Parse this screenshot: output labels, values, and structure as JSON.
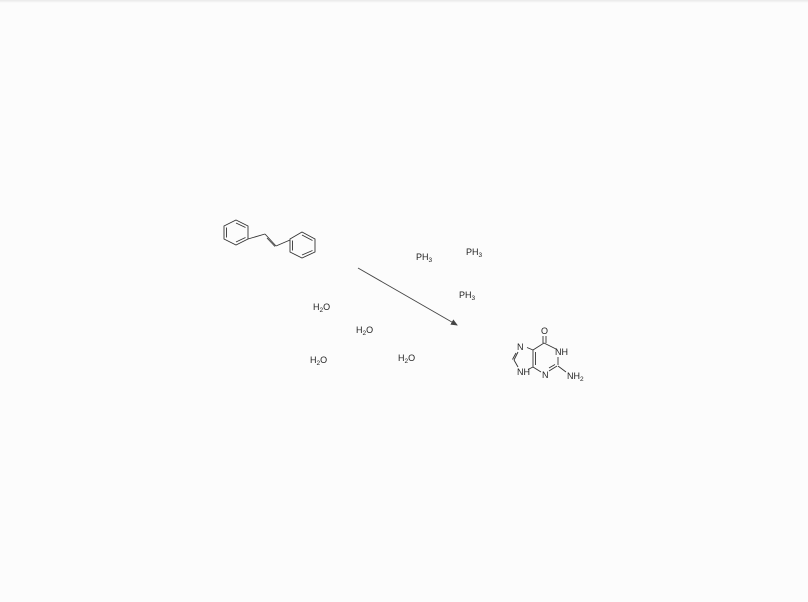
{
  "reactant": {
    "name": "stilbene"
  },
  "reagents": {
    "ph3": [
      {
        "base": "PH",
        "sub": "3"
      },
      {
        "base": "PH",
        "sub": "3"
      },
      {
        "base": "PH",
        "sub": "3"
      }
    ],
    "h2o": [
      {
        "pre": "H",
        "sub": "2",
        "post": "O"
      },
      {
        "pre": "H",
        "sub": "2",
        "post": "O"
      },
      {
        "pre": "H",
        "sub": "2",
        "post": "O"
      },
      {
        "pre": "H",
        "sub": "2",
        "post": "O"
      }
    ]
  },
  "product": {
    "name": "guanine",
    "atoms": {
      "o": "O",
      "nh_ring": "NH",
      "n_imid": "N",
      "nh_imid": "NH",
      "n_bottom": "N",
      "nh2_base": "NH",
      "nh2_sub": "2"
    }
  },
  "colors": {
    "ink": "#333333",
    "background": "#fcfcfc"
  }
}
